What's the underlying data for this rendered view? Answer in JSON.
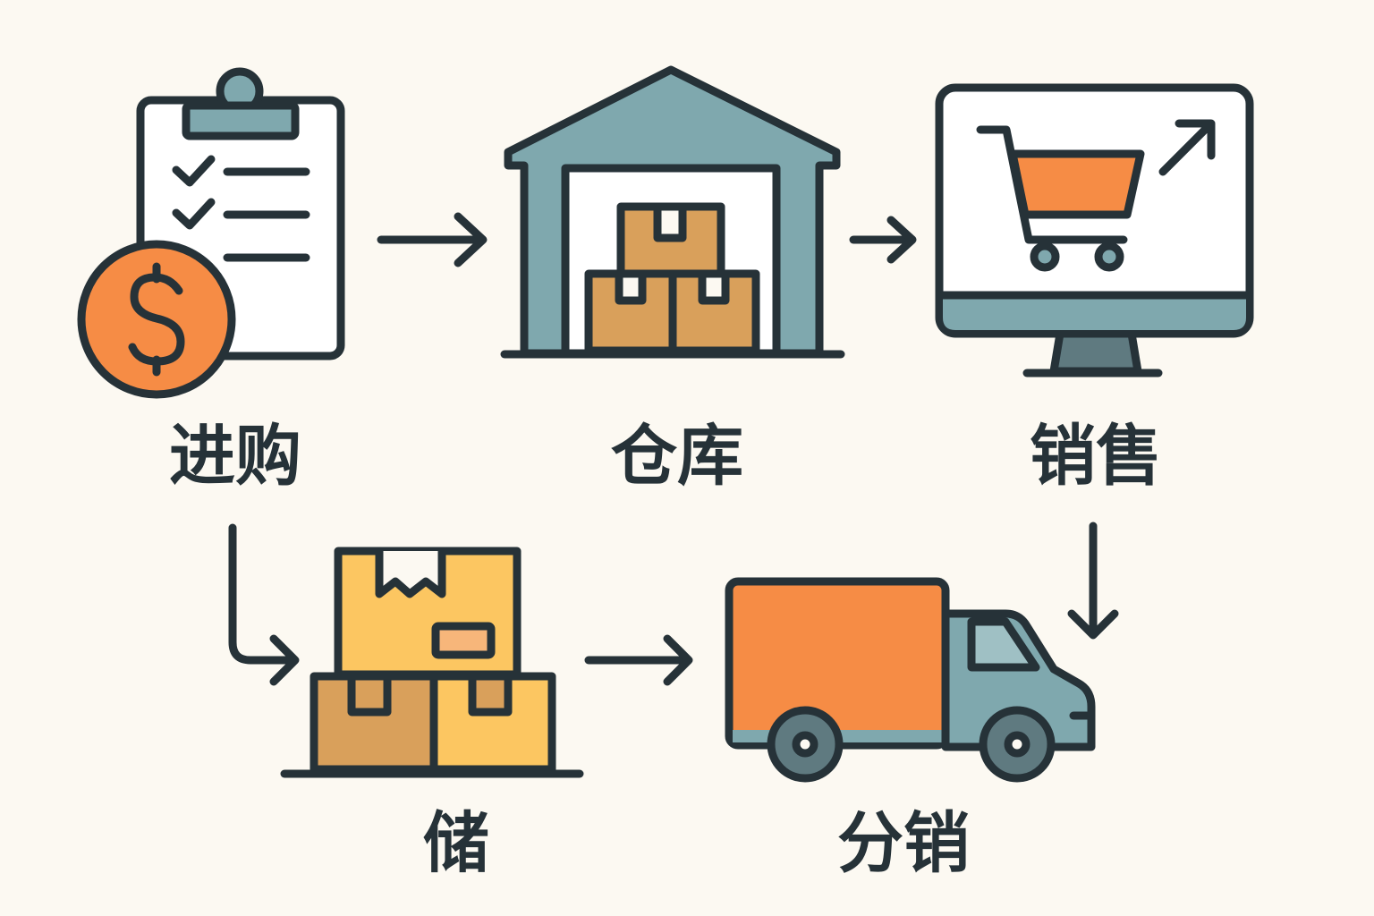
{
  "colors": {
    "background": "#fcf9f2",
    "outline": "#263238",
    "teal": "#7fa8ae",
    "orange": "#f68c45",
    "tan": "#d9a05b",
    "yellow": "#fcc661",
    "slate": "#5f7a80"
  },
  "nodes": {
    "purchase": {
      "label": "进购",
      "icon": "clipboard-dollar-icon"
    },
    "warehouse": {
      "label": "仓库",
      "icon": "warehouse-icon"
    },
    "sales": {
      "label": "销售",
      "icon": "monitor-cart-icon"
    },
    "storage": {
      "label": "储",
      "icon": "boxes-icon"
    },
    "distribution": {
      "label": "分销",
      "icon": "truck-icon"
    }
  },
  "edges": [
    {
      "from": "purchase",
      "to": "warehouse"
    },
    {
      "from": "warehouse",
      "to": "sales"
    },
    {
      "from": "purchase",
      "to": "storage"
    },
    {
      "from": "storage",
      "to": "distribution"
    },
    {
      "from": "sales",
      "to": "distribution"
    }
  ]
}
